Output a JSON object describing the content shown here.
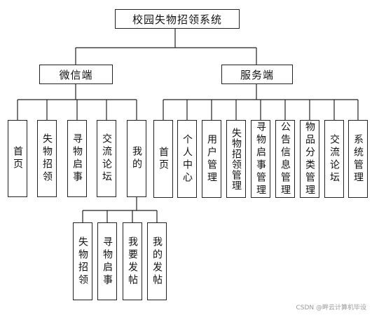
{
  "root": "校园失物招领系统",
  "wechat": {
    "title": "微信端",
    "items": [
      "首页",
      "失物招领",
      "寻物启事",
      "交流论坛",
      "我的"
    ],
    "mine_items": [
      "失物招领",
      "寻物启事",
      "我要发帖",
      "我的发帖"
    ]
  },
  "server": {
    "title": "服务端",
    "items": [
      "首页",
      "个人中心",
      "用户管理",
      "失物招领管理",
      "寻物启事管理",
      "公告信息管理",
      "物品分类管理",
      "交流论坛",
      "系统管理"
    ]
  },
  "watermark": "CSDN @畔云计算机毕设"
}
